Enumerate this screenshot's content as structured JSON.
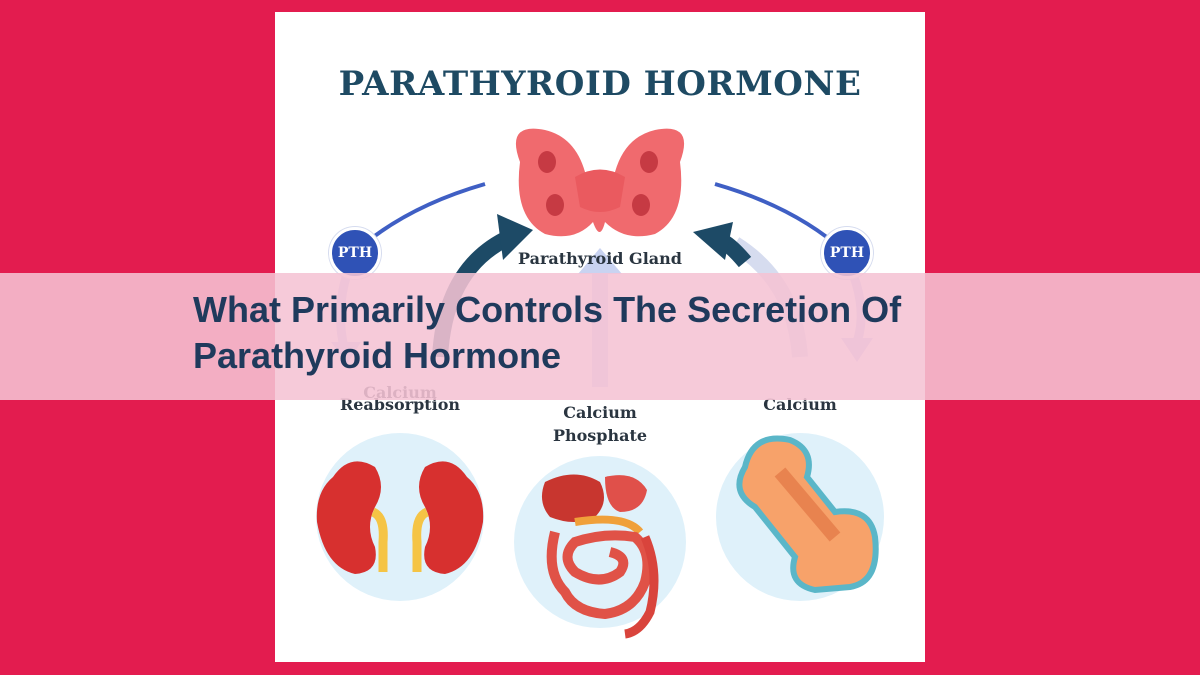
{
  "diagram": {
    "title": "PARATHYROID HORMONE",
    "gland_label": "Parathyroid Gland",
    "pth_left": "PTH",
    "pth_right": "PTH",
    "left_label_top": "Calcium",
    "left_label_bottom": "Reabsorption",
    "center_label_top": "Calcium",
    "center_label_bottom": "Phosphate",
    "right_label": "Calcium"
  },
  "banner": {
    "headline": "What Primarily Controls The Secretion Of Parathyroid Hormone"
  },
  "colors": {
    "page_background": "#e31c4f",
    "banner_overlay": "#f5c3d4",
    "title_text": "#1e4a63",
    "headline_text": "#1f3a5c",
    "pth_circle": "#2f52b6",
    "arrow_dark": "#1d4a66"
  }
}
